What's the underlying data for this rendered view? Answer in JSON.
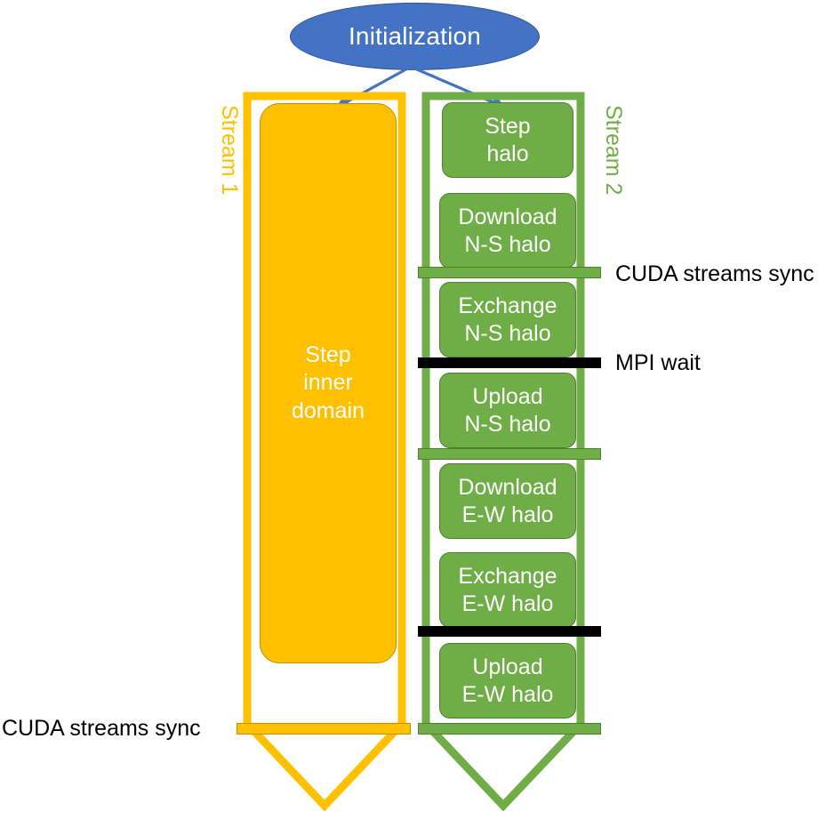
{
  "diagram": {
    "title_node": {
      "label": "Initialization",
      "color": "#4472C4"
    },
    "streams": [
      {
        "id": "stream1",
        "label": "Stream 1",
        "color": "#FFC000",
        "tasks": [
          {
            "label": "Step\ninner\ndomain"
          }
        ],
        "sync_bars": [
          {
            "type": "cuda-streams-sync",
            "color": "#FFC000"
          }
        ]
      },
      {
        "id": "stream2",
        "label": "Stream 2",
        "color": "#70AD47",
        "tasks": [
          {
            "label": "Step\nhalo"
          },
          {
            "label": "Download\nN-S halo"
          },
          {
            "label": "Exchange\nN-S halo"
          },
          {
            "label": "Upload\nN-S halo"
          },
          {
            "label": "Download\nE-W halo"
          },
          {
            "label": "Exchange\nE-W halo"
          },
          {
            "label": "Upload\nE-W halo"
          }
        ],
        "sync_bars": [
          {
            "type": "cuda-streams-sync",
            "color": "#6FAE46"
          },
          {
            "type": "mpi-wait",
            "color": "#000000"
          },
          {
            "type": "cuda-streams-sync",
            "color": "#6FAE46"
          },
          {
            "type": "mpi-wait",
            "color": "#000000"
          },
          {
            "type": "cuda-streams-sync",
            "color": "#6FAE46"
          }
        ]
      }
    ],
    "annotations": [
      {
        "id": "annot-cuda-sync-1",
        "text": "CUDA streams sync"
      },
      {
        "id": "annot-mpi-wait-1",
        "text": "MPI wait"
      },
      {
        "id": "annot-cuda-sync-2",
        "text": "CUDA streams sync"
      }
    ]
  }
}
